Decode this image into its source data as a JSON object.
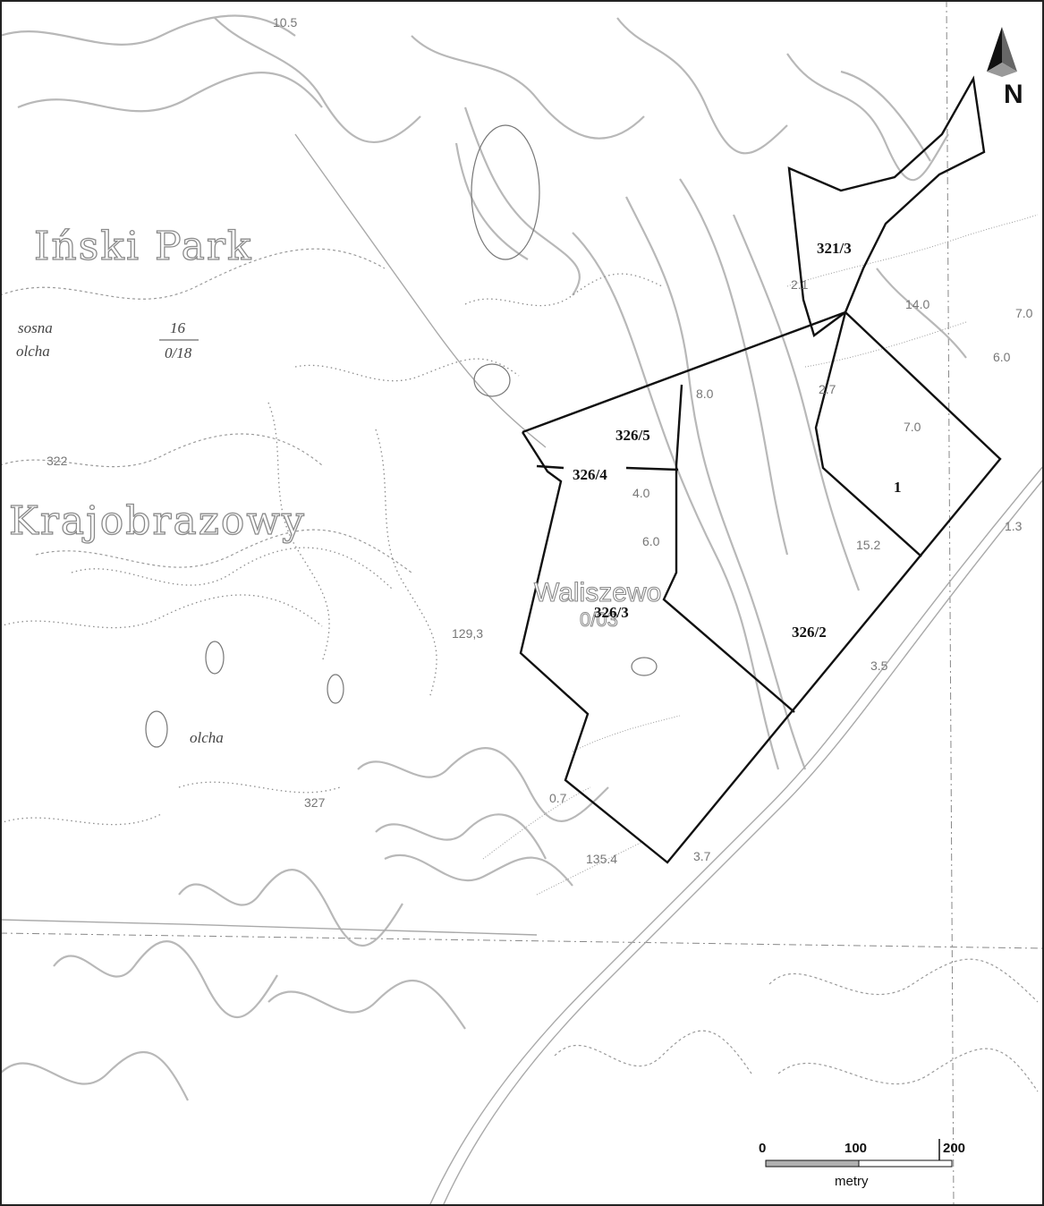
{
  "place_names": {
    "park_line1": "Iński Park",
    "park_line2": "Krajobrazowy",
    "village": "Waliszewo",
    "village_code": "0/03"
  },
  "plots": [
    {
      "id": "plot-321-3",
      "label": "321/3"
    },
    {
      "id": "plot-326-5",
      "label": "326/5"
    },
    {
      "id": "plot-326-4",
      "label": "326/4"
    },
    {
      "id": "plot-326-3",
      "label": "326/3"
    },
    {
      "id": "plot-326-2",
      "label": "326/2"
    },
    {
      "id": "plot-1",
      "label": "1"
    }
  ],
  "forest_note": {
    "species_top": "sosna",
    "species_bottom": "olcha",
    "height": "16",
    "ratio": "0/18"
  },
  "alder_note": "olcha",
  "map_numbers": [
    "322",
    "327",
    "129,3",
    "14.0",
    "7.0",
    "6.0",
    "8.0",
    "7.0",
    "4.0",
    "6.0",
    "3.5",
    "1.3",
    "0.7",
    "135.4",
    "2.1",
    "2.7",
    "3.7",
    "15.2",
    "10.5"
  ],
  "scale_bar": {
    "label_start": "0",
    "label_mid": "100",
    "label_end": "200",
    "unit": "metry"
  },
  "north_arrow": {
    "letter": "N",
    "icon": "north-arrow-icon"
  },
  "colors": {
    "boundary": "#111111",
    "contours": "#b8b8b8",
    "background": "#ffffff"
  }
}
